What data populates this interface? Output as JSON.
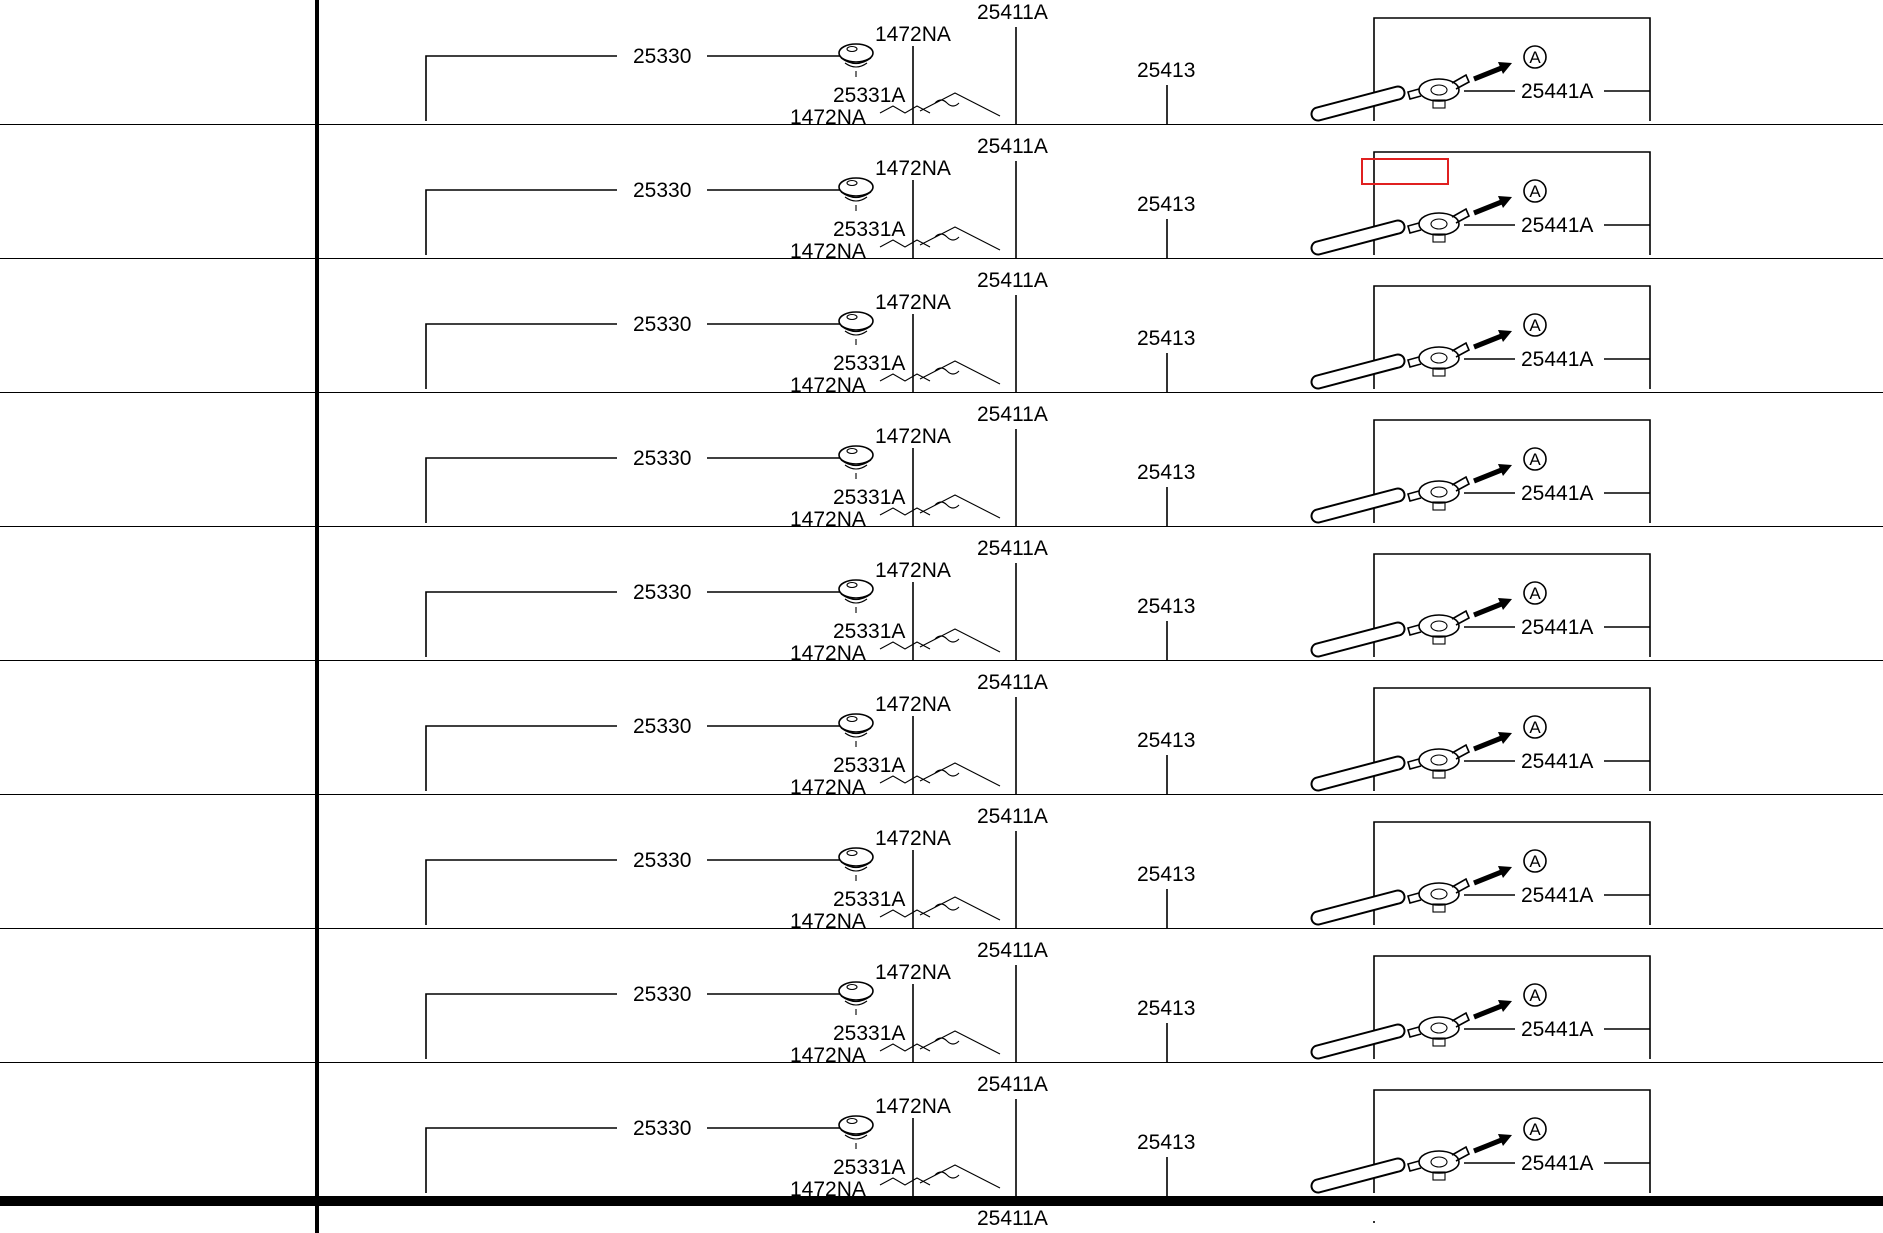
{
  "diagram": {
    "callouts": {
      "cap_assy": "25330",
      "cap": "1472NA",
      "filler_neck": "25331A",
      "hose_top": "25411A",
      "hose_mid": "25413",
      "drain_plug": "25441A",
      "clipped_label": "1472NA",
      "reference_mark": "A"
    },
    "repeat_count": 9,
    "partial_bottom_label": "25411A"
  },
  "colors": {
    "line": "#000000",
    "background": "#ffffff",
    "highlight": "#e02020"
  }
}
